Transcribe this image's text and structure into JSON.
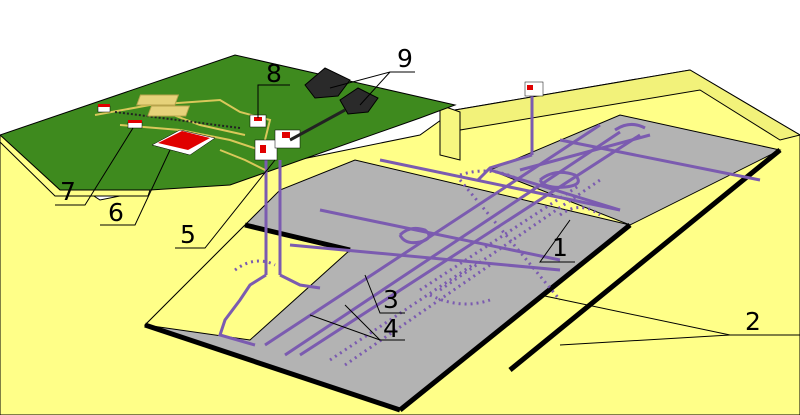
{
  "colors": {
    "surface_green": "#3e8a1e",
    "rock_yellow": "#ffff88",
    "rock_yellow_side": "#f2f27a",
    "seam_gray": "#b3b3b3",
    "seam_edge": "#000000",
    "workings_purple": "#7b5bb0",
    "roof_red": "#e00000",
    "spoil_dark": "#2a2a2a",
    "outline": "#000000"
  },
  "callouts": [
    {
      "id": "1",
      "label": "1"
    },
    {
      "id": "2",
      "label": "2"
    },
    {
      "id": "3",
      "label": "3"
    },
    {
      "id": "4",
      "label": "4"
    },
    {
      "id": "5",
      "label": "5"
    },
    {
      "id": "6",
      "label": "6"
    },
    {
      "id": "7",
      "label": "7"
    },
    {
      "id": "8",
      "label": "8"
    },
    {
      "id": "9",
      "label": "9"
    }
  ]
}
